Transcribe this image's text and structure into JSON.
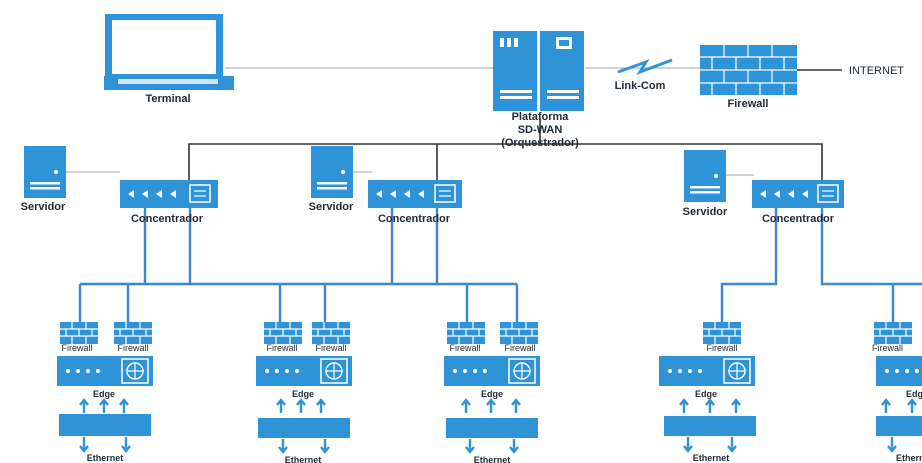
{
  "labels": {
    "terminal": "Terminal",
    "platform_line1": "Plataforma",
    "platform_line2": "SD-WAN",
    "platform_line3": "(Orquestrador)",
    "link": "Link-Com",
    "firewall_main": "Firewall",
    "internet": "INTERNET",
    "servidor": "Servidor",
    "concentrador": "Concentrador",
    "firewall": "Firewall",
    "edge": "Edge",
    "ethernet": "Ethernet"
  },
  "icons": [
    "laptop-icon",
    "server-rack-icon",
    "lightning-icon",
    "brick-firewall-icon",
    "tower-server-icon",
    "switch-icon",
    "edge-router-icon",
    "ethernet-switch-icon"
  ],
  "colors": {
    "device": "#2f93d8",
    "link": "#3f87cc",
    "backbone": "#333333"
  }
}
